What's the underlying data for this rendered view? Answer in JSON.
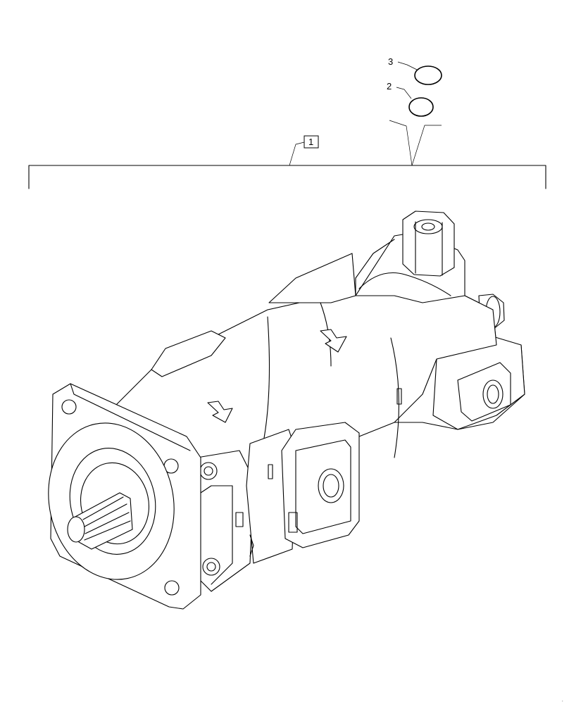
{
  "callouts": [
    {
      "id": "item-1",
      "text": "1",
      "boxed": true
    },
    {
      "id": "item-2",
      "text": "2",
      "boxed": false
    },
    {
      "id": "item-3",
      "text": "3",
      "boxed": false
    }
  ],
  "colors": {
    "line": "#000000",
    "background": "#ffffff"
  },
  "icons": [
    "o-ring-icon",
    "hydraulic-gear-pump-icon",
    "rotation-arrow-icon"
  ]
}
